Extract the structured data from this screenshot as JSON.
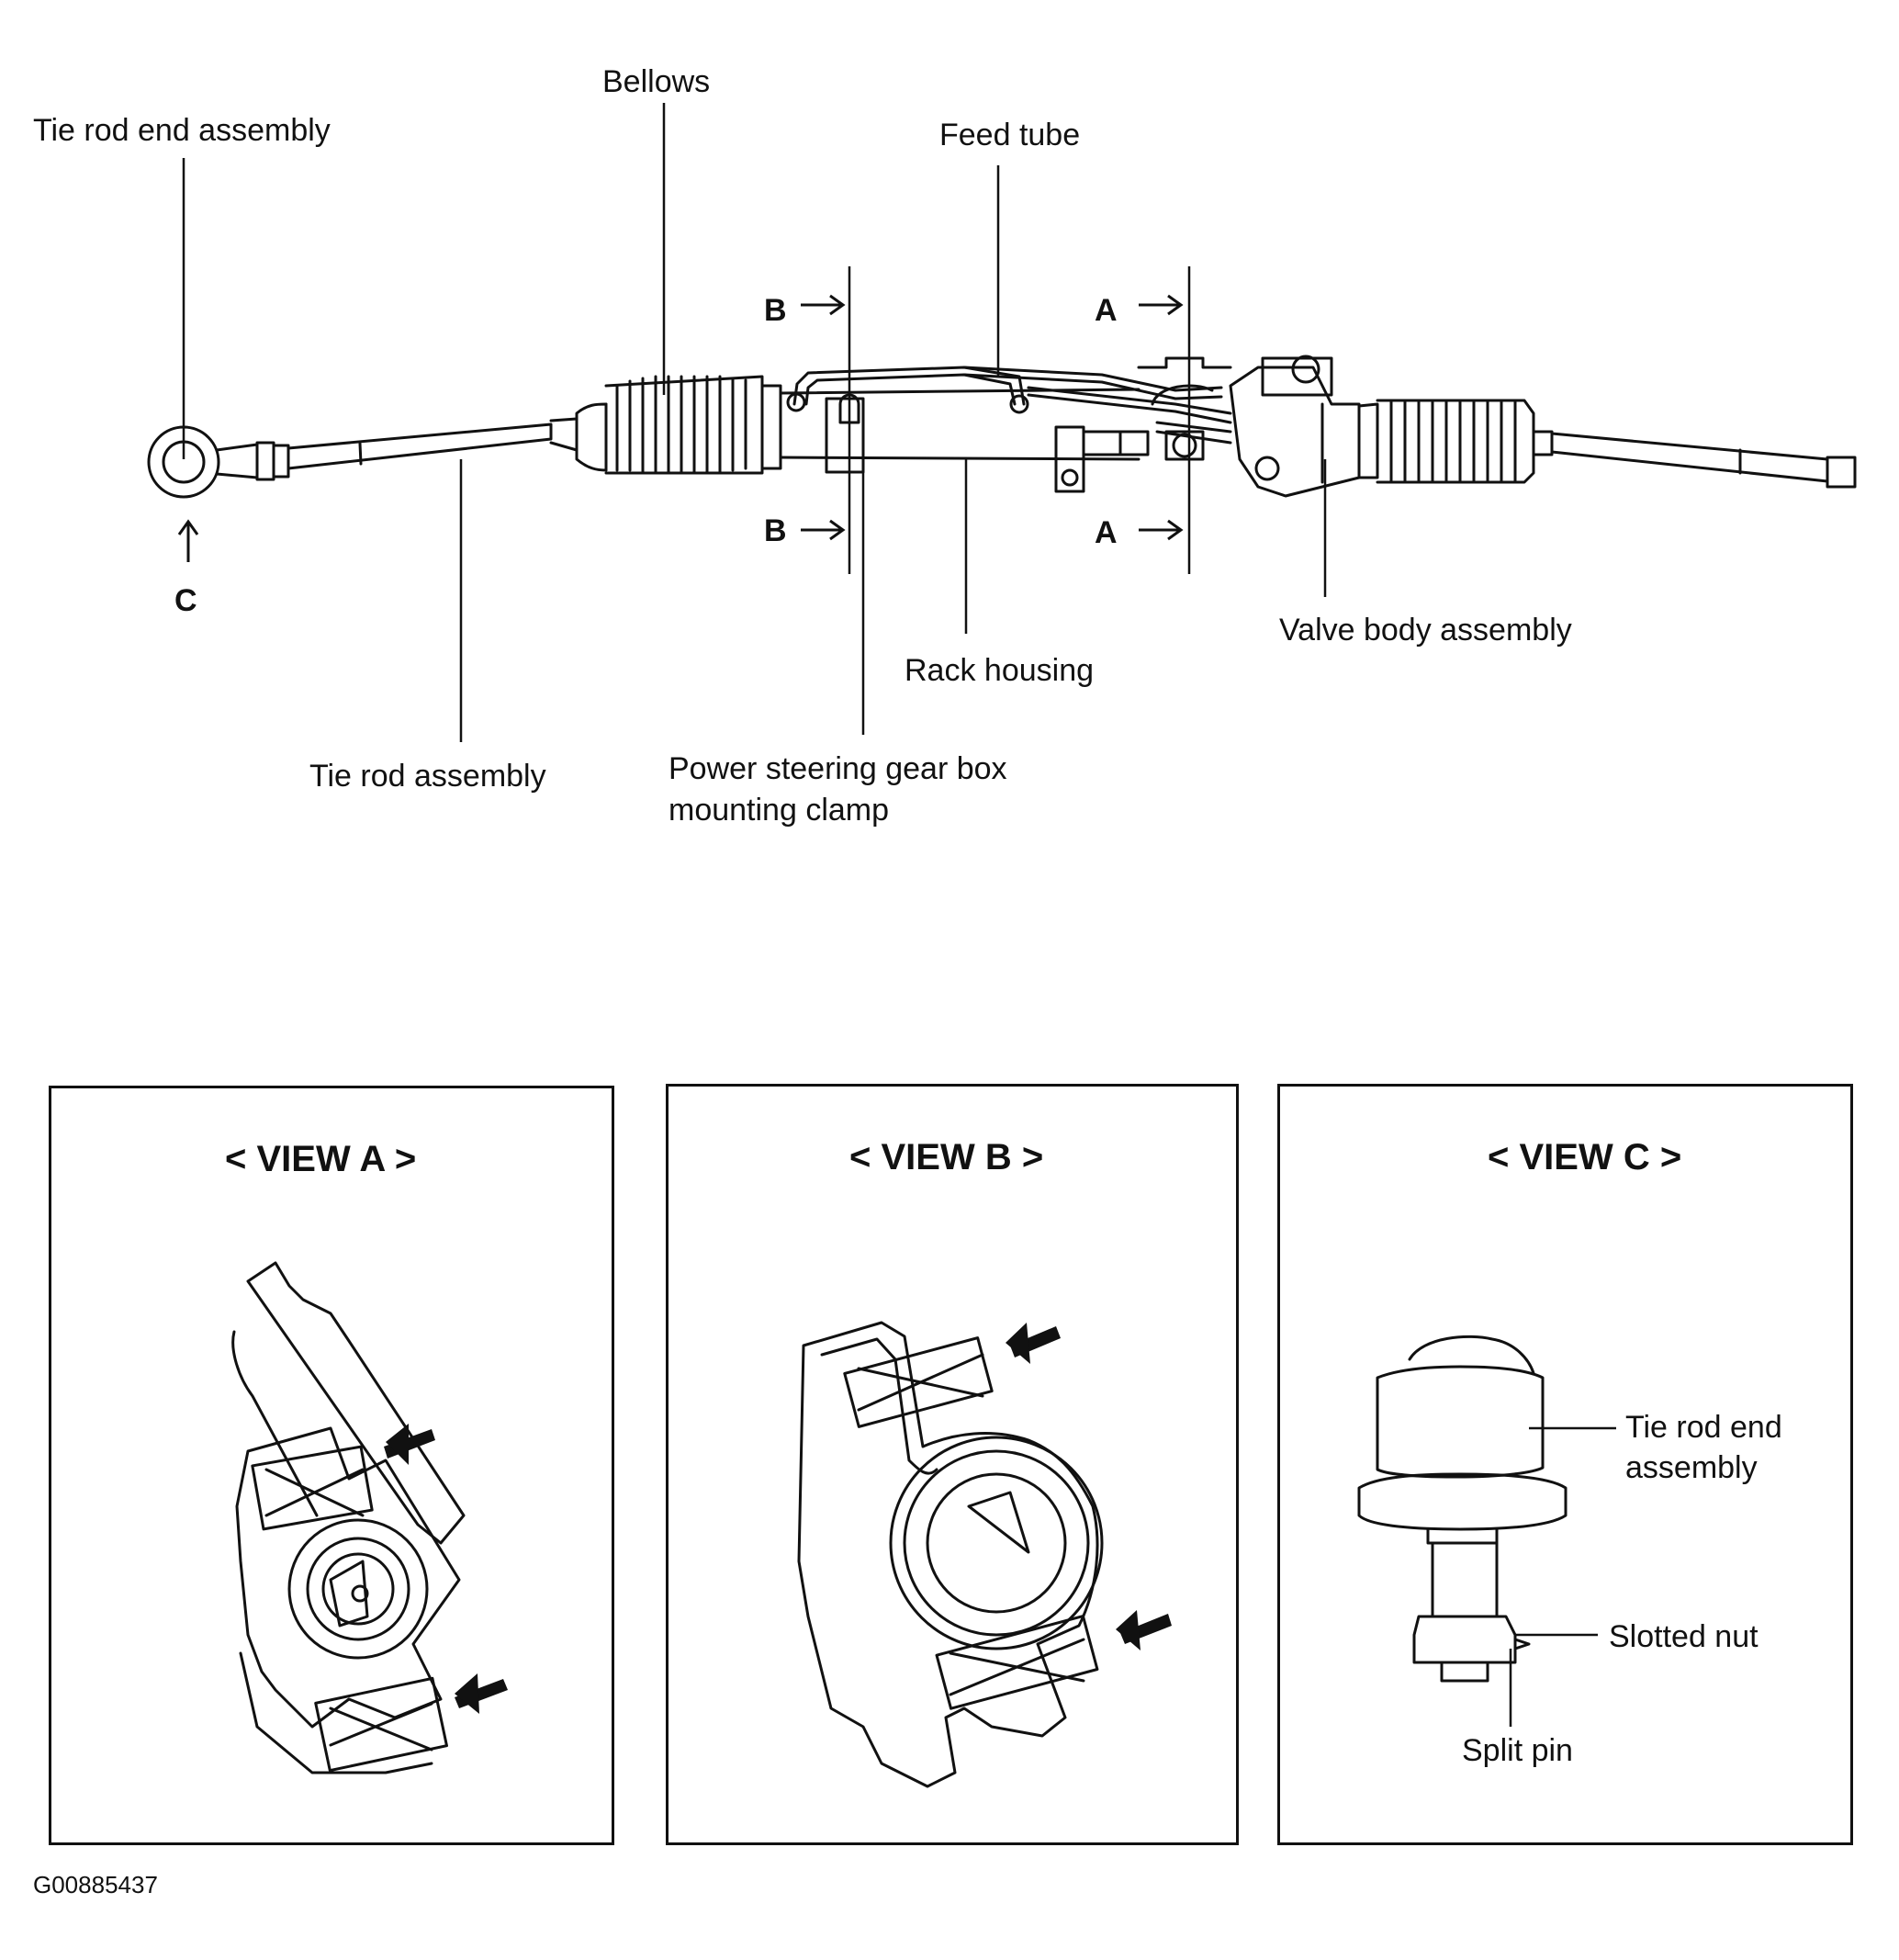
{
  "labels": {
    "tie_rod_end_assembly": "Tie rod end assembly",
    "bellows": "Bellows",
    "feed_tube": "Feed tube",
    "tie_rod_assembly": "Tie rod assembly",
    "rack_housing": "Rack housing",
    "mounting_clamp_line1": "Power steering gear box",
    "mounting_clamp_line2": "mounting clamp",
    "valve_body_assembly": "Valve body assembly",
    "section_a": "A",
    "section_b": "B",
    "view_c_marker": "C"
  },
  "views": {
    "a_title": "< VIEW A >",
    "b_title": "< VIEW B >",
    "c_title": "< VIEW C >",
    "c_tie_rod_end_line1": "Tie rod end",
    "c_tie_rod_end_line2": "assembly",
    "c_slotted_nut": "Slotted nut",
    "c_split_pin": "Split pin"
  },
  "figure_code": "G00885437"
}
